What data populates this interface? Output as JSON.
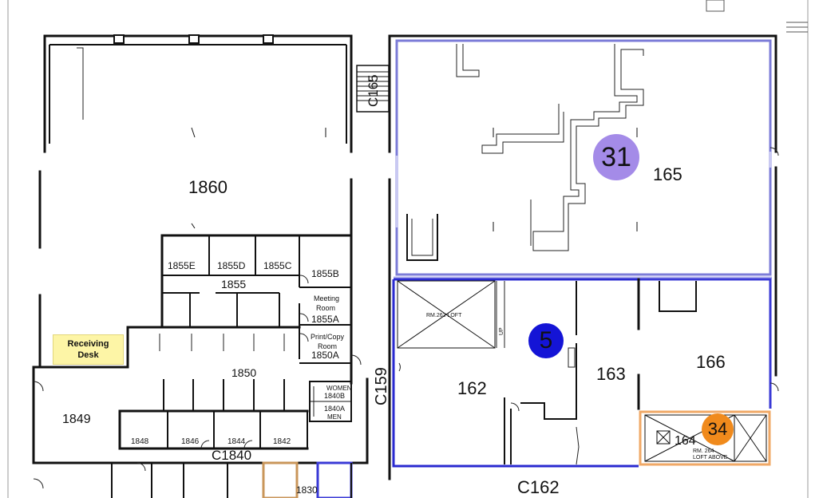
{
  "rooms": {
    "r1860": "1860",
    "r1855": "1855",
    "r1855E": "1855E",
    "r1855D": "1855D",
    "r1855C": "1855C",
    "r1855B": "1855B",
    "r1855A_title1": "Meeting",
    "r1855A_title2": "Room",
    "r1855A": "1855A",
    "r1850A_title": "Print/Copy",
    "r1850A_title2": "Room",
    "r1850A": "1850A",
    "r1850": "1850",
    "r1849": "1849",
    "r1848": "1848",
    "r1846": "1846",
    "r1844": "1844",
    "r1842": "1842",
    "r1840B": "1840B",
    "r1840A": "1840A",
    "women": "WOMEN",
    "men": "MEN",
    "r1830": "1830",
    "c1840": "C1840",
    "c159": "C159",
    "c165": "C165",
    "r165": "165",
    "r162": "162",
    "r163": "163",
    "r166": "166",
    "r164": "164",
    "c162": "C162",
    "loft262": "RM.262 LOFT",
    "loft264_1": "RM. 264",
    "loft264_2": "LOFT ABOVE",
    "stair_up": "UP"
  },
  "receiving_desk": {
    "line1": "Receiving",
    "line2": "Desk"
  },
  "markers": [
    {
      "id": "31",
      "label": "31",
      "color": "#a48be8"
    },
    {
      "id": "5",
      "label": "5",
      "color": "#1414d6"
    },
    {
      "id": "34",
      "label": "34",
      "color": "#f08a1c"
    }
  ],
  "colors": {
    "zone_165": "#6f6fd6",
    "zone_162": "#2a2ad0",
    "zone_164": "#f0a866",
    "zone_1830": "#c9965a",
    "wall": "#111111"
  }
}
